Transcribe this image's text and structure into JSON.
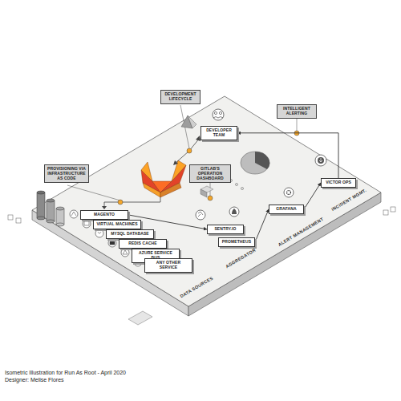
{
  "diagram": {
    "caption": "Isometric Illustration for Run As Root - April 2020",
    "nodes": [
      {
        "text": [
          "PROVISIONING VIA INFRASTRUCTURE AS CODE"
        ]
      },
      {
        "text": [
          "DEVELOPMENT LIFECYCLE"
        ]
      },
      {
        "text": [
          "DEVELOPER TEAM"
        ]
      },
      {
        "text": [
          "INTELLIGENT ALERTING"
        ]
      },
      {
        "text": [
          "GITLAB'S OPERATION DASHBOARD"
        ]
      },
      {
        "text": [
          "MAGENTO"
        ]
      },
      {
        "text": [
          "VIRTUAL MACHINES"
        ]
      },
      {
        "text": [
          "MYSQL DATABASE"
        ]
      },
      {
        "text": [
          "REDIS CACHE"
        ]
      },
      {
        "text": [
          "AZURE SERVICE BUS"
        ]
      },
      {
        "text": [
          "ANY OTHER SERVICE"
        ]
      },
      {
        "text": [
          "SENTRY.IO"
        ]
      },
      {
        "text": [
          "PROMETHEUS"
        ]
      },
      {
        "text": [
          "GRAFANA"
        ]
      },
      {
        "text": [
          "VICTOR OPS"
        ]
      }
    ],
    "edges": [
      {
        "from": 5,
        "to": 11,
        "arrow": "to"
      },
      {
        "from": 12,
        "to": 13,
        "arrow": "to"
      },
      {
        "from": 13,
        "to": 14,
        "arrow": "to"
      },
      {
        "from": 14,
        "to": 2,
        "arrow": "to"
      }
    ],
    "labels": [
      "DATA SOURCES",
      "AGGREGATOR",
      "ALERT MANAGEMENT",
      "INCIDENT MGMT.",
      "Designer: Melise Flores"
    ]
  }
}
